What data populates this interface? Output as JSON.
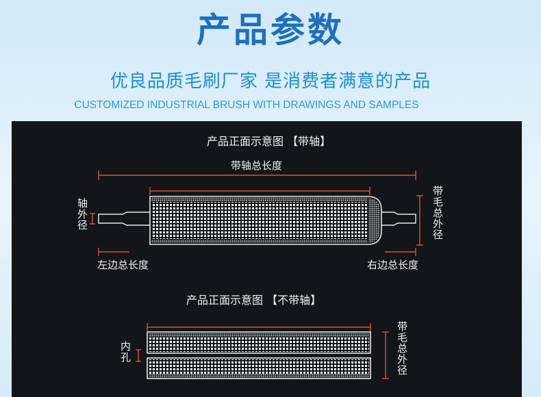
{
  "header": {
    "title": "产品参数",
    "subtitle": "优良品质毛刷厂家 是消费者满意的产品",
    "subtitle_en": "CUSTOMIZED INDUSTRIAL BRUSH WITH DRAWINGS AND SAMPLES"
  },
  "diagram_shaft": {
    "title": "产品正面示意图 【带轴】",
    "total_length_label": "带轴总长度",
    "shaft_od_label": "轴外径",
    "left_length_label": "左边总长度",
    "right_length_label": "右边总长度",
    "bristle_od_label": "带毛总外径"
  },
  "diagram_noshaft": {
    "title": "产品正面示意图 【不带轴】",
    "bore_label": "内孔",
    "bristle_od_label": "带毛总外径"
  },
  "colors": {
    "title": "#1e6fbf",
    "subtitle": "#1a8fd6",
    "panel_bg": "#131619",
    "dimension_line": "#d9542c",
    "label_text": "#f0f0f0"
  }
}
